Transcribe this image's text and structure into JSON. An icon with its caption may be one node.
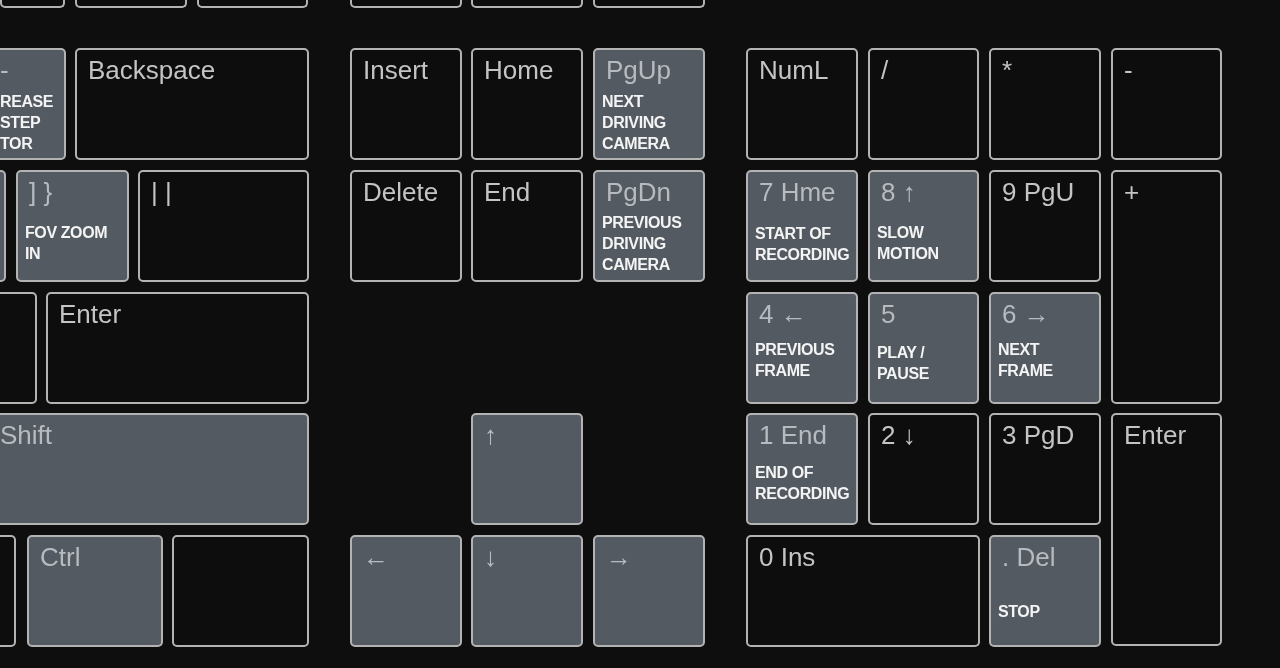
{
  "diagram": {
    "nodes": [
      {
        "text": [],
        "shape": "box"
      },
      {
        "text": [],
        "shape": "box"
      },
      {
        "text": [],
        "shape": "box"
      },
      {
        "text": [],
        "shape": "box"
      },
      {
        "text": [],
        "shape": "box"
      },
      {
        "text": [],
        "shape": "box"
      },
      {
        "text": [
          "-",
          "REASE STEP TOR"
        ]
      },
      {
        "text": [
          "Backspace"
        ]
      },
      {
        "text": [
          "Insert"
        ]
      },
      {
        "text": [
          "Home"
        ]
      },
      {
        "text": [
          "PgUp",
          "NEXT DRIVING CAMERA"
        ]
      },
      {
        "text": [
          "NumL"
        ]
      },
      {
        "text": [
          "/"
        ]
      },
      {
        "text": [
          "*"
        ]
      },
      {
        "text": [
          "-"
        ]
      },
      {
        "text": [],
        "shape": "box"
      },
      {
        "text": [
          "] }",
          "FOV ZOOM IN"
        ]
      },
      {
        "text": [
          "| |"
        ]
      },
      {
        "text": [
          "Delete"
        ]
      },
      {
        "text": [
          "End"
        ]
      },
      {
        "text": [
          "PgDn",
          "PREVIOUS DRIVING CAMERA"
        ]
      },
      {
        "text": [
          "7 Hme",
          "START OF RECORDING"
        ]
      },
      {
        "text": [
          "8 ↑",
          "SLOW MOTION"
        ]
      },
      {
        "text": [
          "9 PgU"
        ]
      },
      {
        "text": [
          "+"
        ]
      },
      {
        "text": [],
        "shape": "box"
      },
      {
        "text": [
          "Enter"
        ]
      },
      {
        "text": [
          "4 ←",
          "PREVIOUS FRAME"
        ]
      },
      {
        "text": [
          "5",
          "PLAY / PAUSE"
        ]
      },
      {
        "text": [
          "6 →",
          "NEXT FRAME"
        ]
      },
      {
        "text": [
          "Shift"
        ]
      },
      {
        "text": [
          "↑"
        ]
      },
      {
        "text": [
          "1 End",
          "END OF RECORDING"
        ]
      },
      {
        "text": [
          "2 ↓"
        ]
      },
      {
        "text": [
          "3 PgD"
        ]
      },
      {
        "text": [
          "Enter"
        ]
      },
      {
        "text": [],
        "shape": "box"
      },
      {
        "text": [
          "Ctrl"
        ]
      },
      {
        "text": [],
        "shape": "box"
      },
      {
        "text": [
          "←"
        ]
      },
      {
        "text": [
          "↓"
        ]
      },
      {
        "text": [
          "→"
        ]
      },
      {
        "text": [
          "0 Ins"
        ]
      },
      {
        "text": [
          ". Del",
          "STOP"
        ]
      }
    ]
  }
}
